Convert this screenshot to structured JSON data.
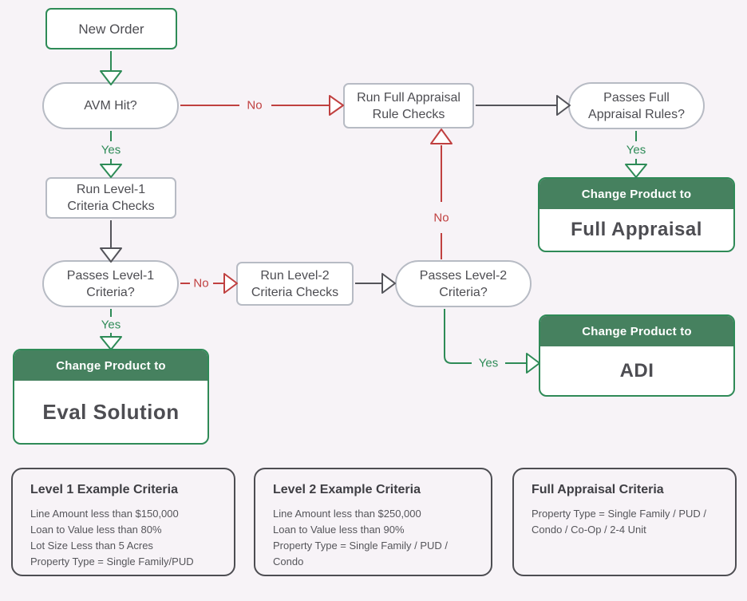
{
  "palette": {
    "background": "#f7f3f7",
    "green_stroke": "#2e8b57",
    "green_header_fill": "#46815f",
    "red_stroke": "#c04040",
    "dark_stroke": "#54545a",
    "node_border": "#b7bbc4",
    "criteria_border": "#4d4d52",
    "text": "#4d4d52"
  },
  "labels": {
    "yes": "Yes",
    "no": "No"
  },
  "nodes": {
    "new_order": [
      "New Order"
    ],
    "avm_hit": [
      "AVM Hit?"
    ],
    "run_level1": [
      "Run Level-1",
      "Criteria Checks"
    ],
    "passes_level1": [
      "Passes Level-1",
      "Criteria?"
    ],
    "run_level2": [
      "Run Level-2",
      "Criteria Checks"
    ],
    "passes_level2": [
      "Passes Level-2",
      "Criteria?"
    ],
    "run_full": [
      "Run Full Appraisal",
      "Rule Checks"
    ],
    "passes_full": [
      "Passes Full",
      "Appraisal Rules?"
    ]
  },
  "cards": {
    "header": "Change Product to",
    "eval": "Eval Solution",
    "full": "Full Appraisal",
    "adi": "ADI"
  },
  "criteria_boxes": [
    {
      "title": "Level 1 Example Criteria",
      "lines": [
        "Line Amount less than $150,000",
        "Loan to Value less than 80%",
        "Lot Size Less than 5 Acres",
        "Property Type = Single Family/PUD"
      ]
    },
    {
      "title": "Level 2 Example Criteria",
      "lines": [
        "Line Amount less than $250,000",
        "Loan to Value less than 90%",
        "Property Type = Single Family / PUD / Condo"
      ]
    },
    {
      "title": "Full Appraisal Criteria",
      "lines": [
        "Property Type = Single Family / PUD / Condo / Co-Op / 2-4 Unit"
      ]
    }
  ]
}
